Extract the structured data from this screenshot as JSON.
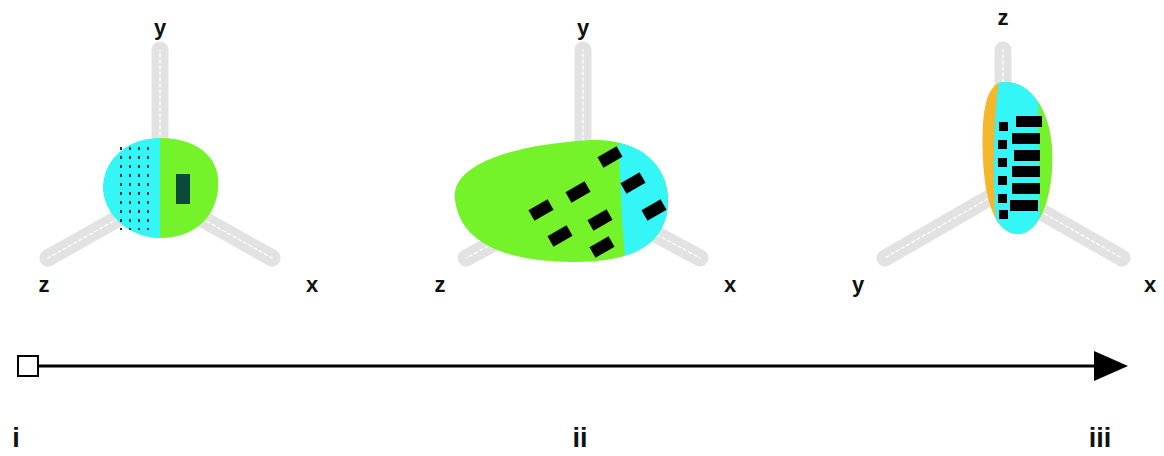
{
  "diagram": {
    "labels": [
      "y",
      "z",
      "x",
      "y",
      "z",
      "x",
      "z",
      "y",
      "x",
      "i",
      "ii",
      "iii"
    ]
  }
}
